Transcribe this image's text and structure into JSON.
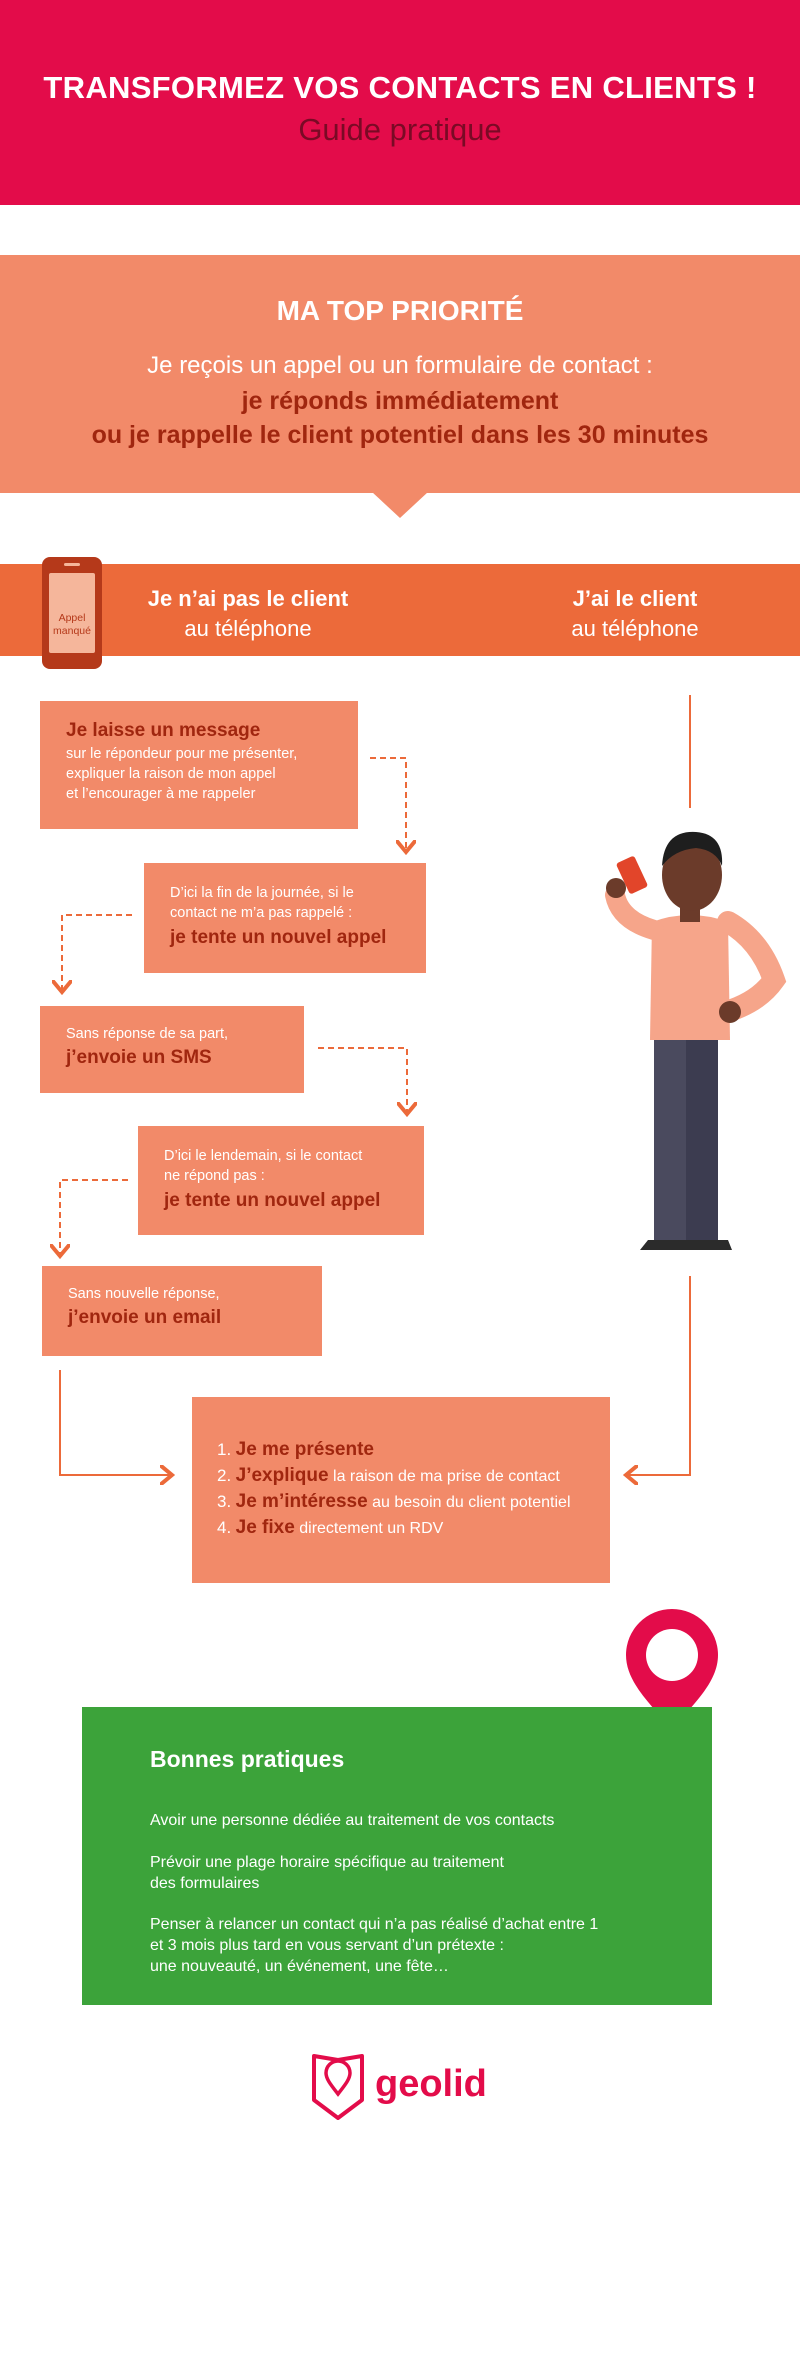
{
  "header": {
    "title": "TRANSFORMEZ VOS CONTACTS EN CLIENTS !",
    "subtitle": "Guide pratique"
  },
  "priority": {
    "title": "MA TOP PRIORITÉ",
    "line1": "Je reçois un appel ou un formulaire de contact :",
    "line2": "je réponds immédiatement",
    "line3": "ou je rappelle le client potentiel dans les 30 minutes"
  },
  "bar": {
    "phone_label_1": "Appel",
    "phone_label_2": "manqué",
    "left_bold": "Je n’ai pas le client",
    "left_norm": "au téléphone",
    "right_bold": "J’ai le client",
    "right_norm": "au téléphone"
  },
  "steps": {
    "s1_strong": "Je laisse un message",
    "s1_l1": "sur le répondeur pour me présenter,",
    "s1_l2": "expliquer la raison de mon appel",
    "s1_l3": "et l’encourager à me rappeler",
    "s2_l1": "D’ici la fin de la journée, si le",
    "s2_l2": "contact ne m’a pas rappelé :",
    "s2_strong": "je tente un nouvel appel",
    "s3_l1": "Sans réponse de sa part,",
    "s3_strong": "j’envoie un SMS",
    "s4_l1": "D’ici le lendemain, si le contact",
    "s4_l2": "ne répond pas :",
    "s4_strong": "je tente un nouvel appel",
    "s5_l1": "Sans nouvelle réponse,",
    "s5_strong": "j’envoie un email"
  },
  "result": {
    "items": [
      {
        "num": "1.",
        "strong": "Je me présente",
        "rest": ""
      },
      {
        "num": "2.",
        "strong": "J’explique",
        "rest": "la raison de ma prise de contact"
      },
      {
        "num": "3.",
        "strong": "Je m’intéresse",
        "rest": "au besoin du client potentiel"
      },
      {
        "num": "4.",
        "strong": "Je fixe",
        "rest": "directement un RDV"
      }
    ]
  },
  "good_practices": {
    "title": "Bonnes pratiques",
    "p1": "Avoir une personne dédiée au traitement de vos contacts",
    "p2_l1": "Prévoir une plage horaire spécifique au traitement",
    "p2_l2": "des formulaires",
    "p3_l1": "Penser à relancer un contact qui n’a pas réalisé d’achat entre 1",
    "p3_l2": "et 3 mois plus tard en vous servant d’un prétexte :",
    "p3_l3": "une nouveauté, un événement, une fête…"
  },
  "logo": {
    "text": "geolid"
  },
  "colors": {
    "brand_red": "#e30c4a",
    "salmon": "#f28a69",
    "orange_bar": "#ec6a3a",
    "dark_red_text": "#a0260f",
    "green": "#3ca33a"
  }
}
